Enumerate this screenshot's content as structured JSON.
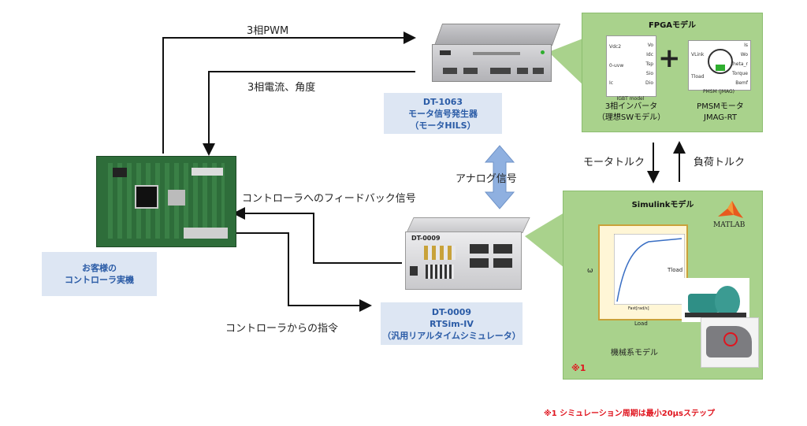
{
  "arrows": {
    "pwm": "3相PWM",
    "current_angle": "3相電流、角度",
    "analog_signal": "アナログ信号",
    "motor_torque": "モータトルク",
    "load_torque": "負荷トルク",
    "feedback": "コントローラへのフィードバック信号",
    "command": "コントローラからの指令"
  },
  "customer_box": {
    "line1": "お客様の",
    "line2": "コントローラ実機"
  },
  "dt1063_box": {
    "line1": "DT-1063",
    "line2": "モータ信号発生器",
    "line3": "（モータHILS）"
  },
  "dt0009_box": {
    "line1": "DT-0009",
    "line2": "RTSim-IV",
    "line3": "（汎用リアルタイムシミュレータ）"
  },
  "dt0009_device_label": "DT-0009",
  "fpga_panel": {
    "title": "FPGAモデル",
    "igbt_caption_line1": "3相インバータ",
    "igbt_caption_line2": "（理想SWモデル）",
    "igbt_block_label": "IGBT model",
    "pmsm_caption_line1": "PMSMモータ",
    "pmsm_caption_line2": "JMAG-RT",
    "pmsm_block_label": "PMSM (JMAG)",
    "plus": "+",
    "igbt_ports_left": [
      "Vdc2",
      "0-uvw",
      "Ic"
    ],
    "igbt_ports_right": [
      "Vo",
      "Idc",
      "Tsp",
      "Sio",
      "Dio"
    ],
    "pmsm_ports_left": [
      "VLink",
      "Tload"
    ],
    "pmsm_ports_right": [
      "Is",
      "Wo",
      "theta_r",
      "Torque",
      "Bemf"
    ]
  },
  "simulink_panel": {
    "title": "Simulinkモデル",
    "matlab_logo": "MATLAB",
    "mech_caption": "機械系モデル",
    "note_marker": "※1",
    "scope_left": "ω",
    "scope_right": "Tload",
    "scope_bottom": "Load",
    "plot_xlabel": "Fast[rad/s]"
  },
  "footnote": "※1 シミュレーション周期は最小20μsステップ",
  "colors": {
    "green_panel": "#a9d28c",
    "blue_box": "#dde6f3",
    "blue_text": "#2a5ba6",
    "double_arrow": "#8fb0e0",
    "note_red": "#e0141e"
  }
}
